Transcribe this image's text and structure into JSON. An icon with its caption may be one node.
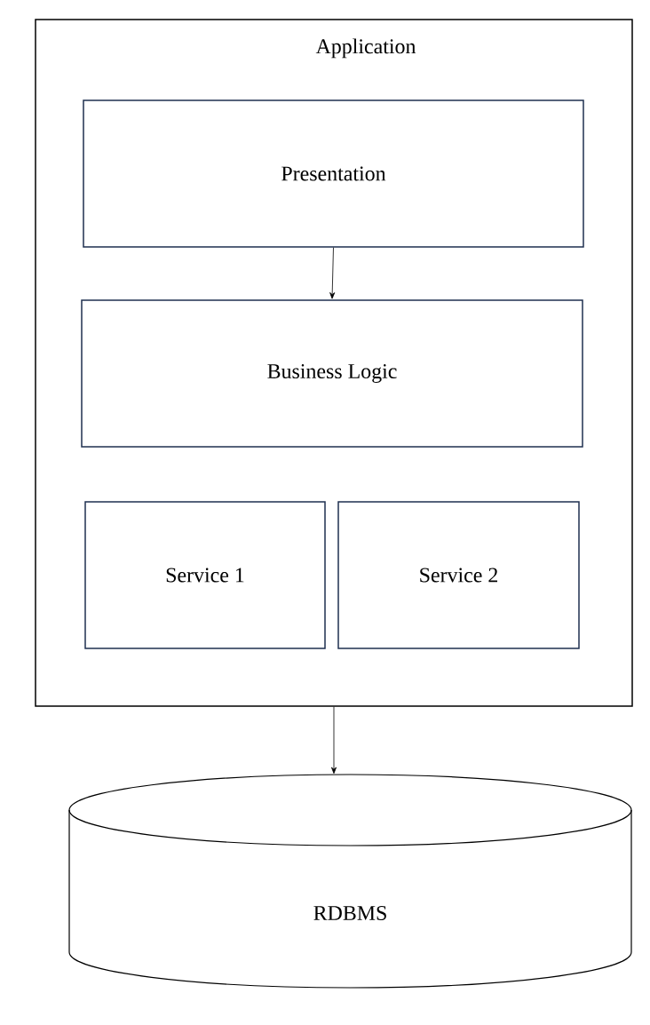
{
  "diagram": {
    "nodes": [
      {
        "text": [
          "Application"
        ]
      },
      {
        "text": [
          "Presentation"
        ],
        "in": 0
      },
      {
        "text": [
          "Business Logic"
        ],
        "in": 0
      },
      {
        "text": [
          "Service 1"
        ],
        "in": 0
      },
      {
        "text": [
          "Service 2"
        ],
        "in": 0
      },
      {
        "text": [
          "RDBMS"
        ]
      }
    ],
    "edges": [
      {
        "from": 1,
        "to": 2,
        "arrow": "to"
      },
      {
        "from": 0,
        "to": 5,
        "arrow": "to"
      }
    ]
  }
}
